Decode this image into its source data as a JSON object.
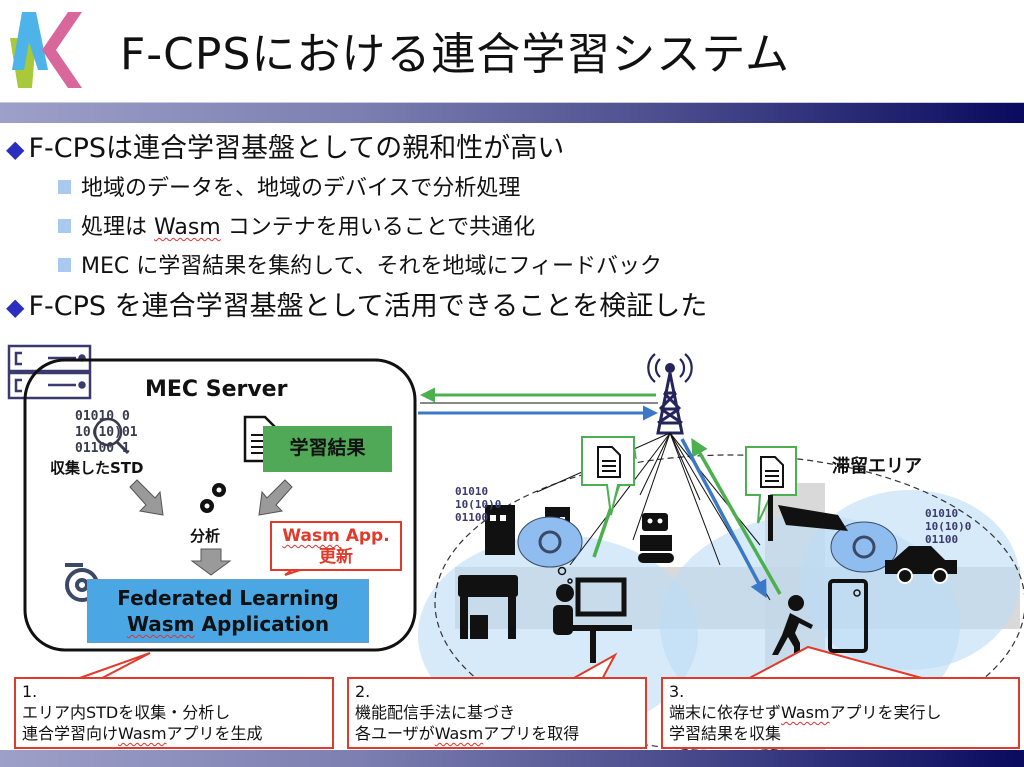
{
  "header": {
    "title": "F-CPSにおける連合学習システム",
    "logo": "ak-logo",
    "colors": {
      "bar_start": "#9da0c8",
      "bar_end": "#0a0a5e",
      "logo_blue": "#4db3e8",
      "logo_pink": "#d8679c",
      "logo_green": "#a8c93a"
    }
  },
  "bullets": [
    {
      "text": "F-CPSは連合学習基盤としての親和性が高い",
      "children": [
        {
          "text": "地域のデータを、地域のデバイスで分析処理"
        },
        {
          "pre": "処理は ",
          "wavy": "Wasm",
          "post": " コンテナを用いることで共通化"
        },
        {
          "text": "MEC に学習結果を集約して、それを地域にフィードバック"
        }
      ]
    },
    {
      "text": "F-CPS を連合学習基盤として活用できることを検証した",
      "children": []
    }
  ],
  "diagram": {
    "mec": {
      "title": "MEC Server",
      "collected_label": "収集したSTD",
      "result_label": "学習結果",
      "analysis_label": "分析",
      "app_line1": "Federated Learning",
      "app_line2_wavy": "Wasm",
      "app_line2_rest": " Application",
      "update_bubble_line1_wavy": "Wasm",
      "update_bubble_line1_rest": " App.",
      "update_bubble_line2": "更新"
    },
    "area_label": "滞留エリア",
    "colors": {
      "uplink": "#4caf50",
      "downlink": "#3a78c8",
      "area_fill": "#bcdcf5",
      "tower": "#25255e",
      "callout_border": "#e23a2a"
    }
  },
  "callouts": [
    {
      "num": "1.",
      "line1": "エリア内STDを収集・分析し",
      "line2_pre": "連合学習向け",
      "line2_wavy": "Wasm",
      "line2_post": "アプリを生成"
    },
    {
      "num": "2.",
      "line1": "機能配信手法に基づき",
      "line2_pre": "各ユーザが",
      "line2_wavy": "Wasm",
      "line2_post": "アプリを取得"
    },
    {
      "num": "3.",
      "line1_pre": "端末に依存せず",
      "line1_wavy": "Wasm",
      "line1_post": "アプリを実行し",
      "line2": "学習結果を収集"
    }
  ]
}
